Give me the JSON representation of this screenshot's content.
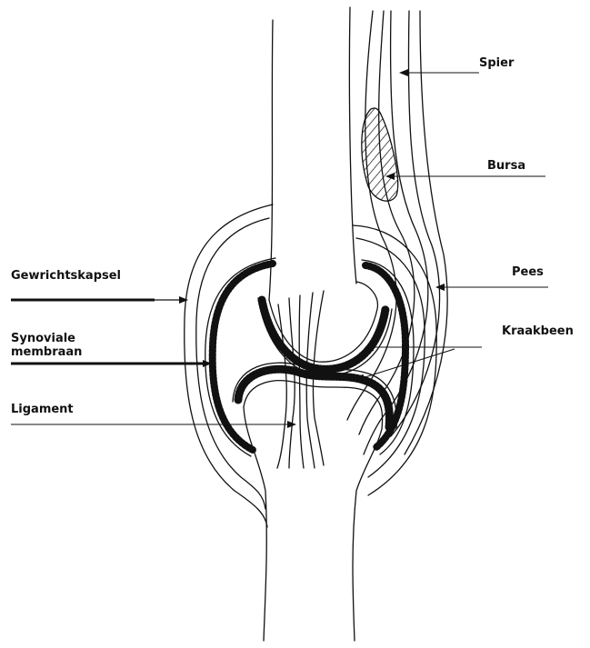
{
  "labels": {
    "spier": "Spier",
    "bursa": "Bursa",
    "pees": "Pees",
    "kraakbeen": "Kraakbeen",
    "gewrichtskapsel": "Gewrichtskapsel",
    "synoviale_line1": "Synoviale",
    "synoviale_line2": "membraan",
    "ligament": "Ligament"
  },
  "colors": {
    "ink": "#111111",
    "background": "#ffffff"
  }
}
